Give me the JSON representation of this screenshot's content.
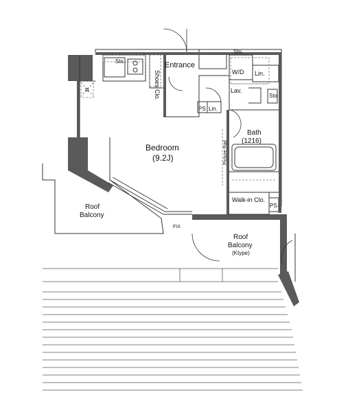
{
  "rooms": {
    "entrance": "Entrance",
    "shoes_clo": "Shoes Clo.",
    "sto_kitchen": "Sto.",
    "sto_wd": "Sto.",
    "wd": "W/D",
    "lin_top": "Lin.",
    "lav": "Lav.",
    "sto_lav": "Sto",
    "ps_entry": "PS",
    "lin_entry": "Lin.",
    "bath": "Bath",
    "bath_size": "(1216)",
    "picture_rail": "Picture Rail",
    "bedroom": "Bedroom",
    "bedroom_size": "(9.2J)",
    "walkin": "Walk-in Clo.",
    "ps_walkin": "PS",
    "refrigerator": "R",
    "roof_balcony_left_1": "Roof",
    "roof_balcony_left_2": "Balcony",
    "fix": "FIX",
    "roof_balcony_right_1": "Roof",
    "roof_balcony_right_2": "Balcony",
    "ktype": "(Ktype)"
  },
  "colors": {
    "wall": "#5a5a5a",
    "line": "#333333",
    "dash": "#777777"
  }
}
